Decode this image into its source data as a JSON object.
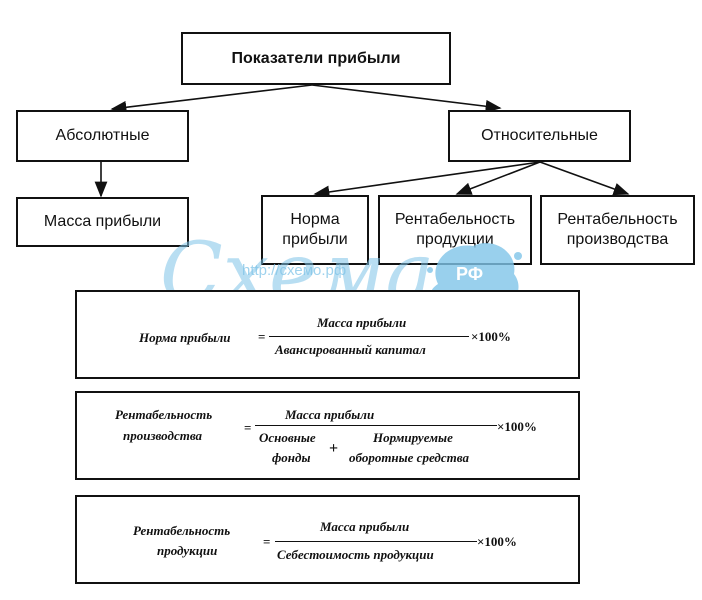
{
  "nodes": {
    "root": "Показатели прибыли",
    "absolute": "Абсолютные",
    "relative": "Относительные",
    "profit_mass": "Масса прибыли",
    "profit_rate_line1": "Норма",
    "profit_rate_line2": "прибыли",
    "product_profitability_line1": "Рентабельность",
    "product_profitability_line2": "продукции",
    "production_profitability_line1": "Рентабельность",
    "production_profitability_line2": "производства"
  },
  "formulas": {
    "f1": {
      "lhs": "Норма прибыли",
      "eq": "=",
      "numerator": "Масса прибыли",
      "denominator": "Авансированный капитал",
      "factor": "×100%"
    },
    "f2": {
      "lhs_line1": "Рентабельность",
      "lhs_line2": "производства",
      "eq": "=",
      "numerator": "Масса прибыли",
      "den_a_line1": "Основные",
      "den_a_line2": "фонды",
      "plus": "+",
      "den_b_line1": "Нормируемые",
      "den_b_line2": "оборотные средства",
      "factor": "×100%"
    },
    "f3": {
      "lhs_line1": "Рентабельность",
      "lhs_line2": "продукции",
      "eq": "=",
      "numerator": "Масса прибыли",
      "denominator": "Себестоимость продукции",
      "factor": "×100%"
    }
  },
  "watermark": {
    "text": "Схема",
    "url": "http://схемо.рф",
    "badge": "РФ",
    "color": "#7fc4e8"
  }
}
